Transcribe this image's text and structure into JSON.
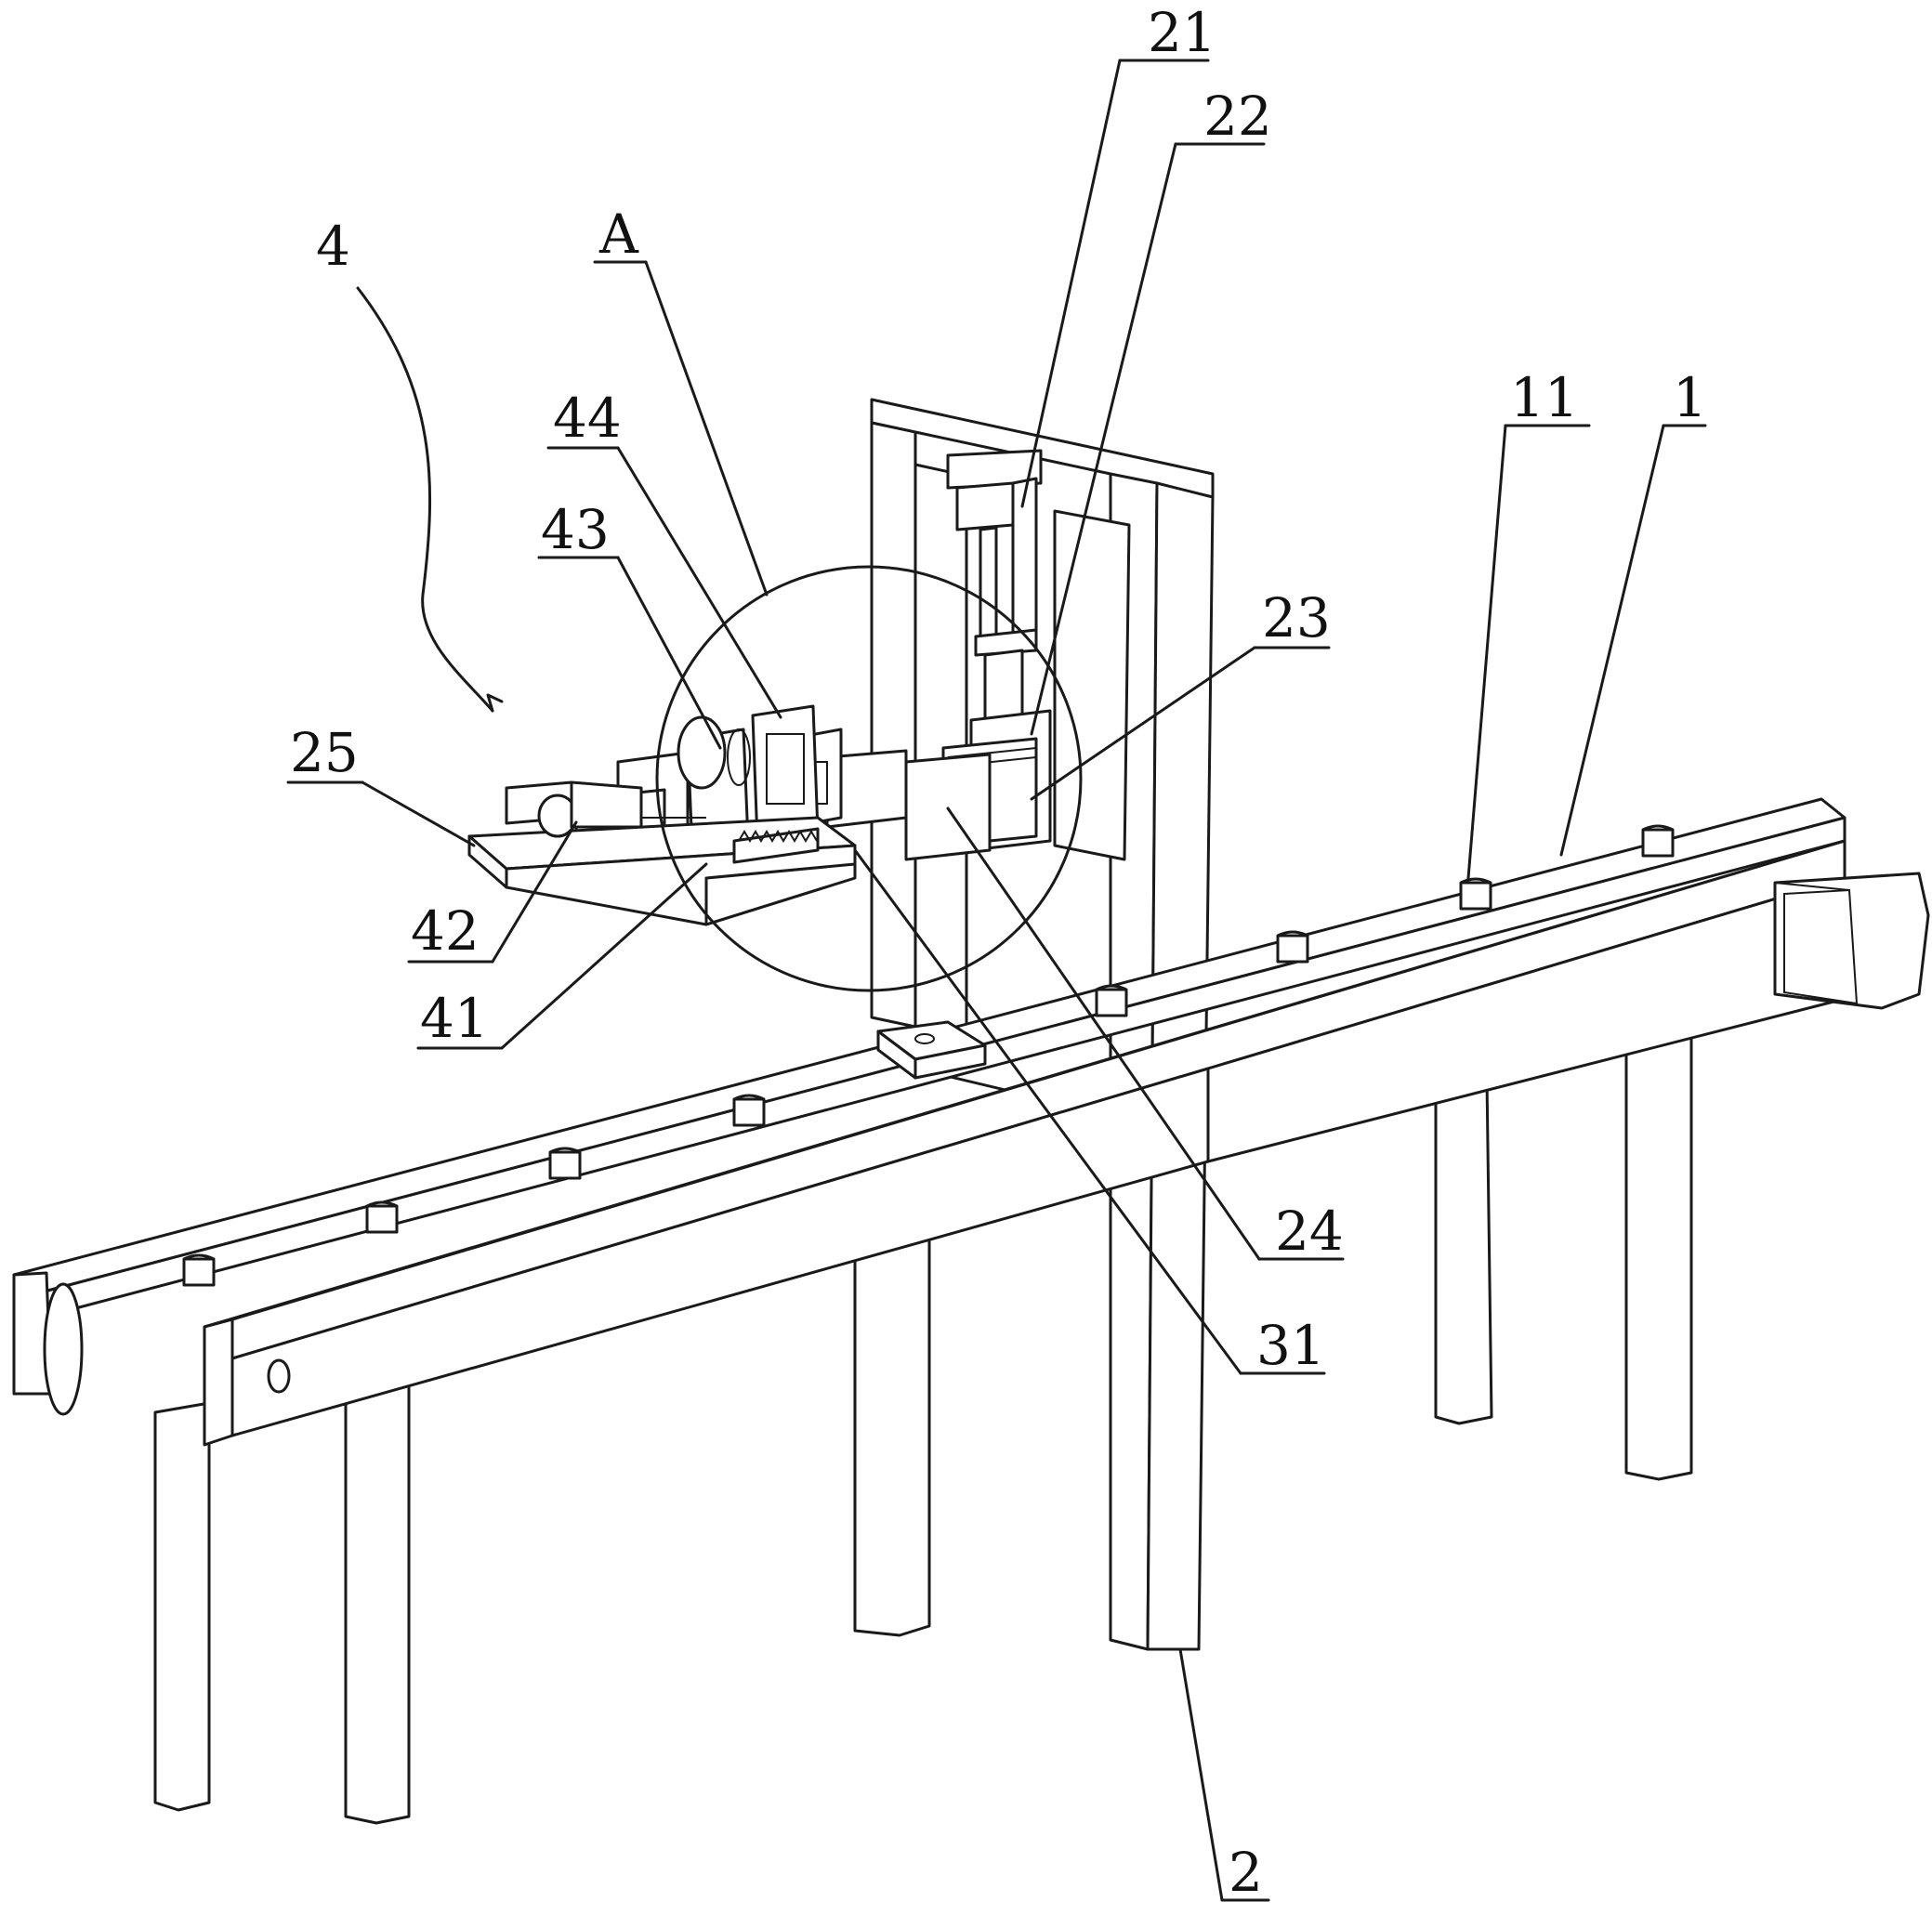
{
  "figure": {
    "callouts": [
      {
        "id": "21",
        "text": "21"
      },
      {
        "id": "22",
        "text": "22"
      },
      {
        "id": "A",
        "text": "A"
      },
      {
        "id": "4",
        "text": "4"
      },
      {
        "id": "44",
        "text": "44"
      },
      {
        "id": "43",
        "text": "43"
      },
      {
        "id": "11",
        "text": "11"
      },
      {
        "id": "1",
        "text": "1"
      },
      {
        "id": "23",
        "text": "23"
      },
      {
        "id": "25",
        "text": "25"
      },
      {
        "id": "42",
        "text": "42"
      },
      {
        "id": "41",
        "text": "41"
      },
      {
        "id": "24",
        "text": "24"
      },
      {
        "id": "31",
        "text": "31"
      },
      {
        "id": "2",
        "text": "2"
      }
    ]
  }
}
